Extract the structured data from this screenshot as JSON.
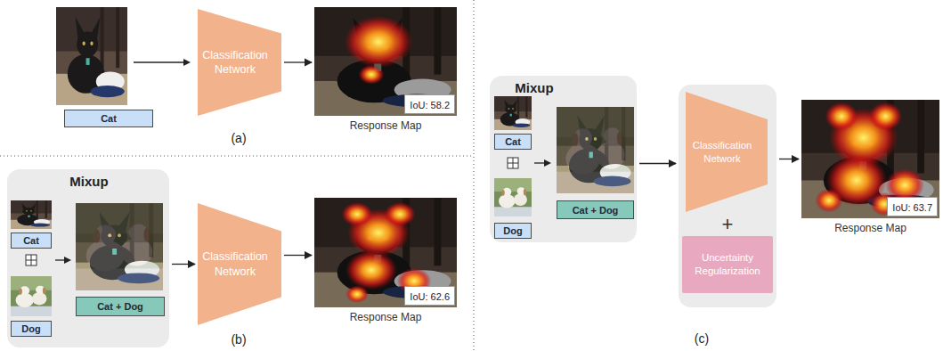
{
  "diagram": {
    "nodes": [
      {
        "text": [
          "Cat"
        ]
      },
      {
        "text": [
          "Classification Network"
        ]
      },
      {
        "text": [
          "Response Map"
        ]
      },
      {
        "text": [
          "IoU: 58.2"
        ],
        "in": 2
      },
      {
        "text": [
          "Mixup"
        ]
      },
      {
        "text": [
          "Cat"
        ],
        "in": 4
      },
      {
        "text": [
          "Dog"
        ],
        "in": 4
      },
      {
        "text": [
          "Cat + Dog"
        ],
        "in": 4
      },
      {
        "text": [
          "Classification Network"
        ]
      },
      {
        "text": [
          "Response Map"
        ]
      },
      {
        "text": [
          "IoU: 62.6"
        ],
        "in": 9
      },
      {
        "text": [
          "Mixup"
        ]
      },
      {
        "text": [
          "Cat"
        ],
        "in": 11
      },
      {
        "text": [
          "Dog"
        ],
        "in": 11
      },
      {
        "text": [
          "Cat + Dog"
        ],
        "in": 11
      },
      {
        "text": [
          "+"
        ]
      },
      {
        "text": [
          "Classification Network"
        ],
        "in": 15
      },
      {
        "text": [
          "Uncertainty Regularization"
        ],
        "in": 15
      },
      {
        "text": [
          "Response Map"
        ]
      },
      {
        "text": [
          "IoU: 63.7"
        ],
        "in": 18
      }
    ],
    "edges": [
      {
        "from": 1,
        "to": 2,
        "arrow": "to"
      },
      {
        "from": 4,
        "to": 8,
        "arrow": "to"
      },
      {
        "from": 8,
        "to": 9,
        "arrow": "to"
      },
      {
        "from": 11,
        "to": 15,
        "arrow": "to"
      },
      {
        "from": 15,
        "to": 18,
        "arrow": "to"
      }
    ],
    "labels": [
      "(a)",
      "(b)",
      "(c)"
    ]
  }
}
